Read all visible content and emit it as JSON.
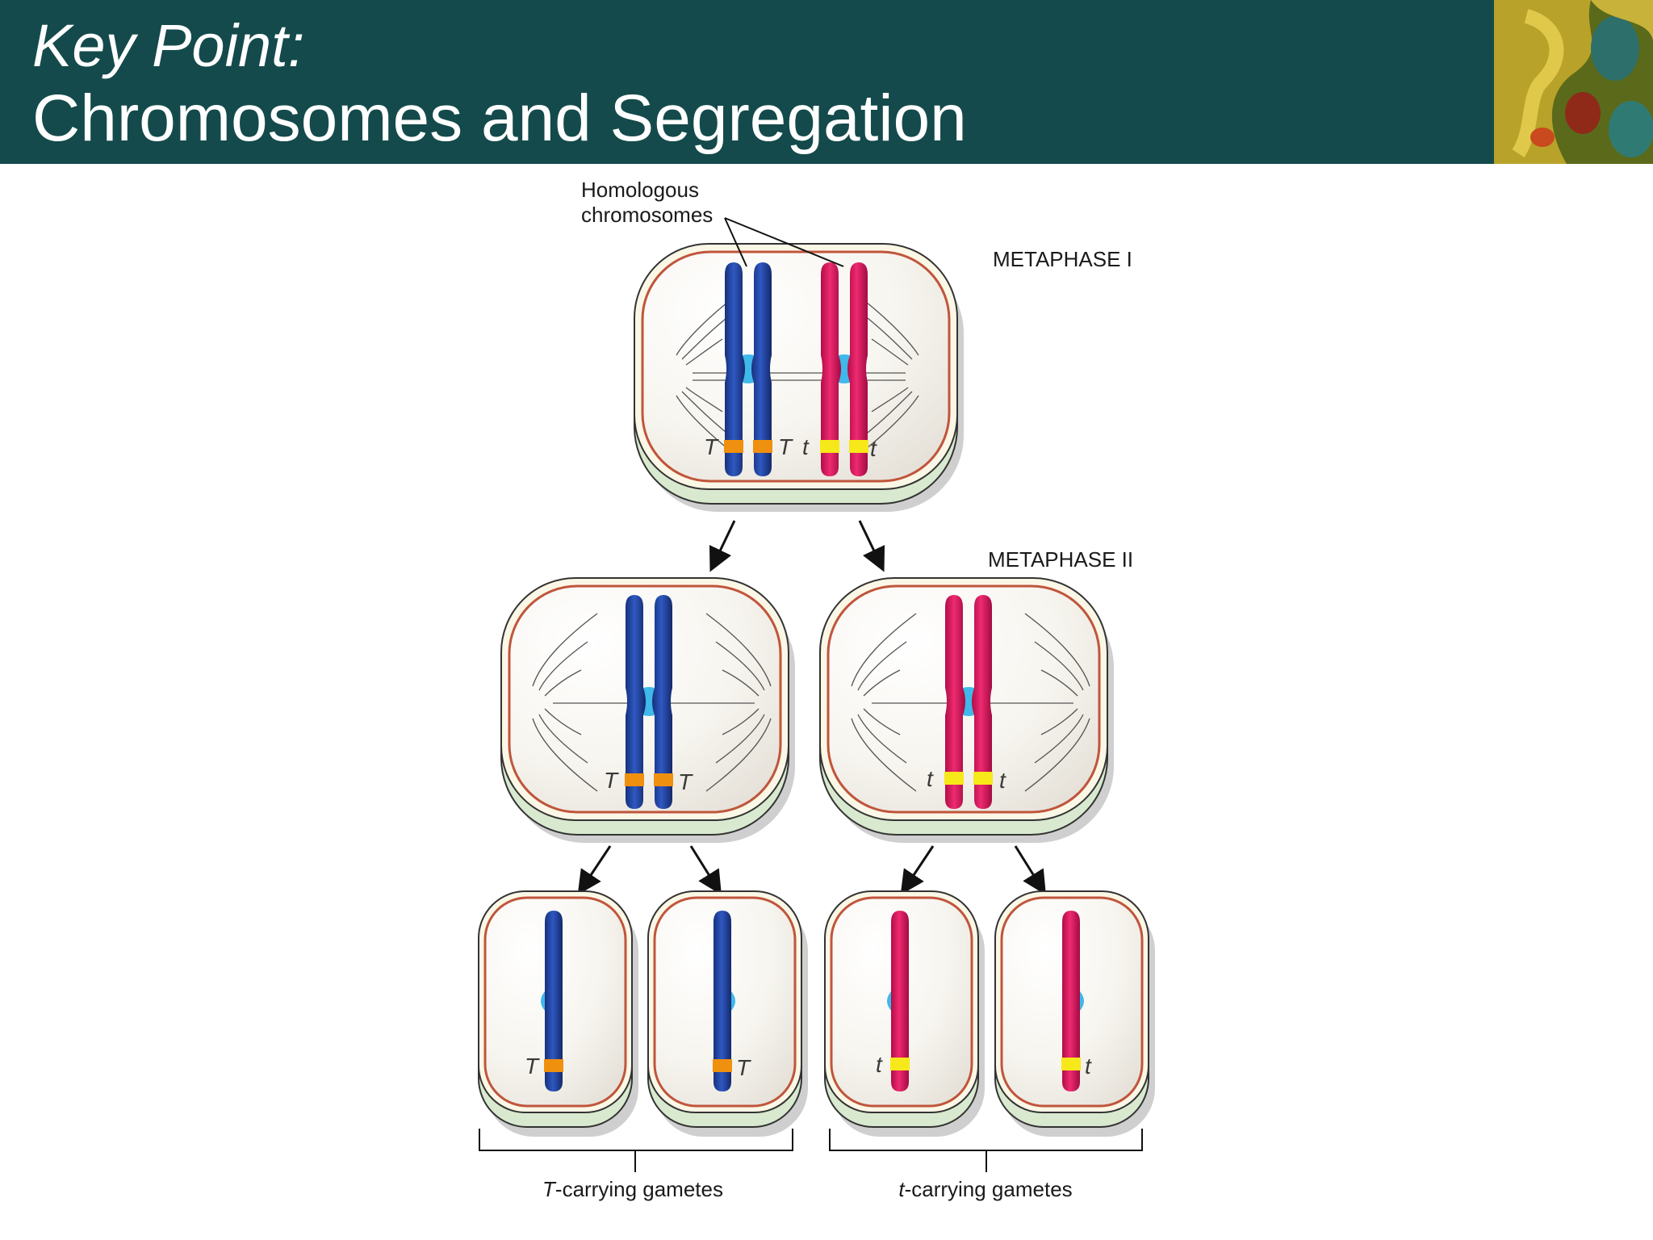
{
  "header": {
    "title_line1": "Key Point:",
    "title_line2": "Chromosomes and Segregation"
  },
  "labels": {
    "homologous_line1": "Homologous",
    "homologous_line2": "chromosomes",
    "metaphase1": "METAPHASE I",
    "metaphase2": "METAPHASE II",
    "gametes_T_allele": "T",
    "gametes_T_rest": "-carrying gametes",
    "gametes_t_allele": "t",
    "gametes_t_rest": "-carrying gametes"
  },
  "alleles": {
    "dominant": "T",
    "recessive": "t"
  },
  "colors": {
    "header_bg": "#144a4b",
    "blue_chromosome": "#1c3e9a",
    "red_chromosome": "#d51258",
    "dominant_band": "#f0900f",
    "recessive_band": "#f7e81a",
    "centromere": "#3fb8ea"
  }
}
